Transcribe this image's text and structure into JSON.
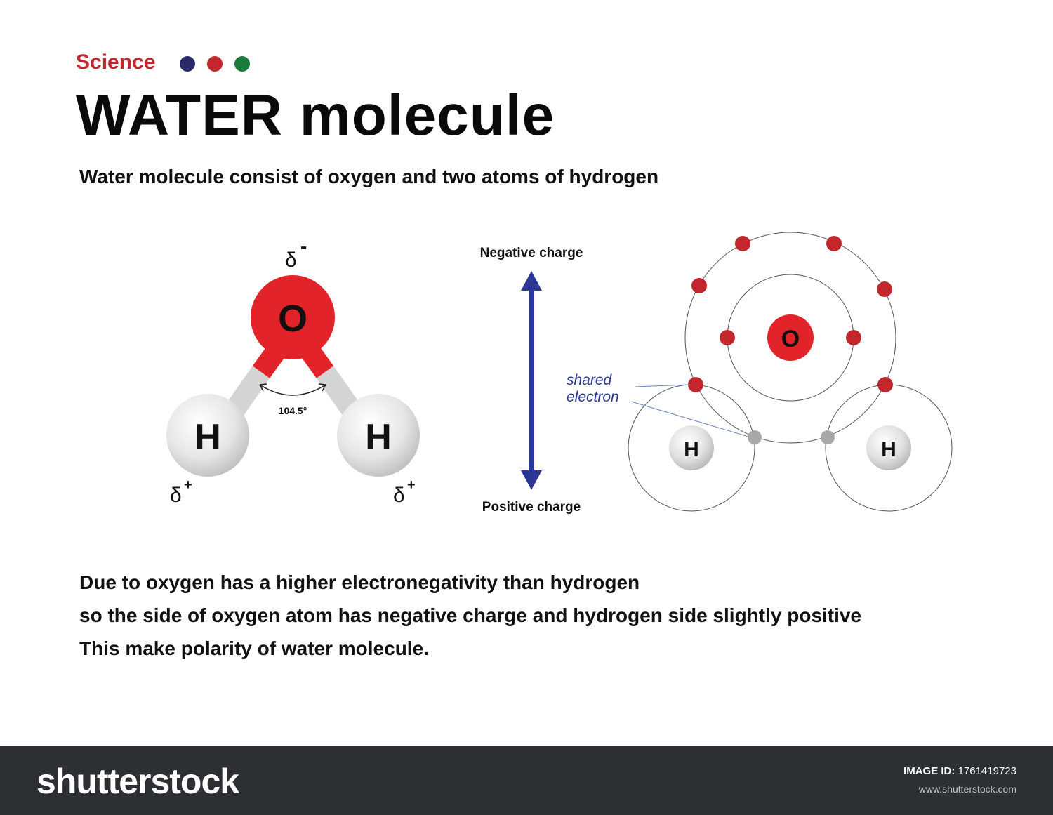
{
  "header": {
    "category": "Science",
    "dots": [
      "#2b2a6b",
      "#c1272d",
      "#1a7a3a"
    ],
    "title": "WATER molecule",
    "subtitle": "Water molecule consist of oxygen and two atoms of hydrogen"
  },
  "ball_model": {
    "oxygen_label": "O",
    "hydrogen_left_label": "H",
    "hydrogen_right_label": "H",
    "delta_negative": "δ",
    "delta_negative_sign": "-",
    "delta_positive_left": "δ",
    "delta_positive_left_sign": "+",
    "delta_positive_right": "δ",
    "delta_positive_right_sign": "+",
    "angle_label": "104.5°"
  },
  "charge_axis": {
    "top_label": "Negative charge",
    "bottom_label": "Positive charge",
    "color": "#2b3896"
  },
  "shell_model": {
    "oxygen_label": "O",
    "hydrogen_left_label": "H",
    "hydrogen_right_label": "H",
    "shared_label_line1": "shared",
    "shared_label_line2": "electron"
  },
  "explanation": {
    "lines": [
      "Due to oxygen has a higher electronegativity than hydrogen",
      "so the side of oxygen atom has negative charge and hydrogen side slightly positive",
      "This make polarity of water molecule."
    ]
  },
  "footer": {
    "brand": "shutterstock",
    "image_id_label": "IMAGE ID:",
    "image_id": "1761419723",
    "site": "www.shutterstock.com"
  },
  "colors": {
    "oxygen_red": "#e2232a",
    "electron_red": "#c1272d",
    "shared_electron_gray": "#a8a8a8",
    "hydrogen_gray": "#d9d9d9",
    "footer_bg": "#2d2f33"
  }
}
